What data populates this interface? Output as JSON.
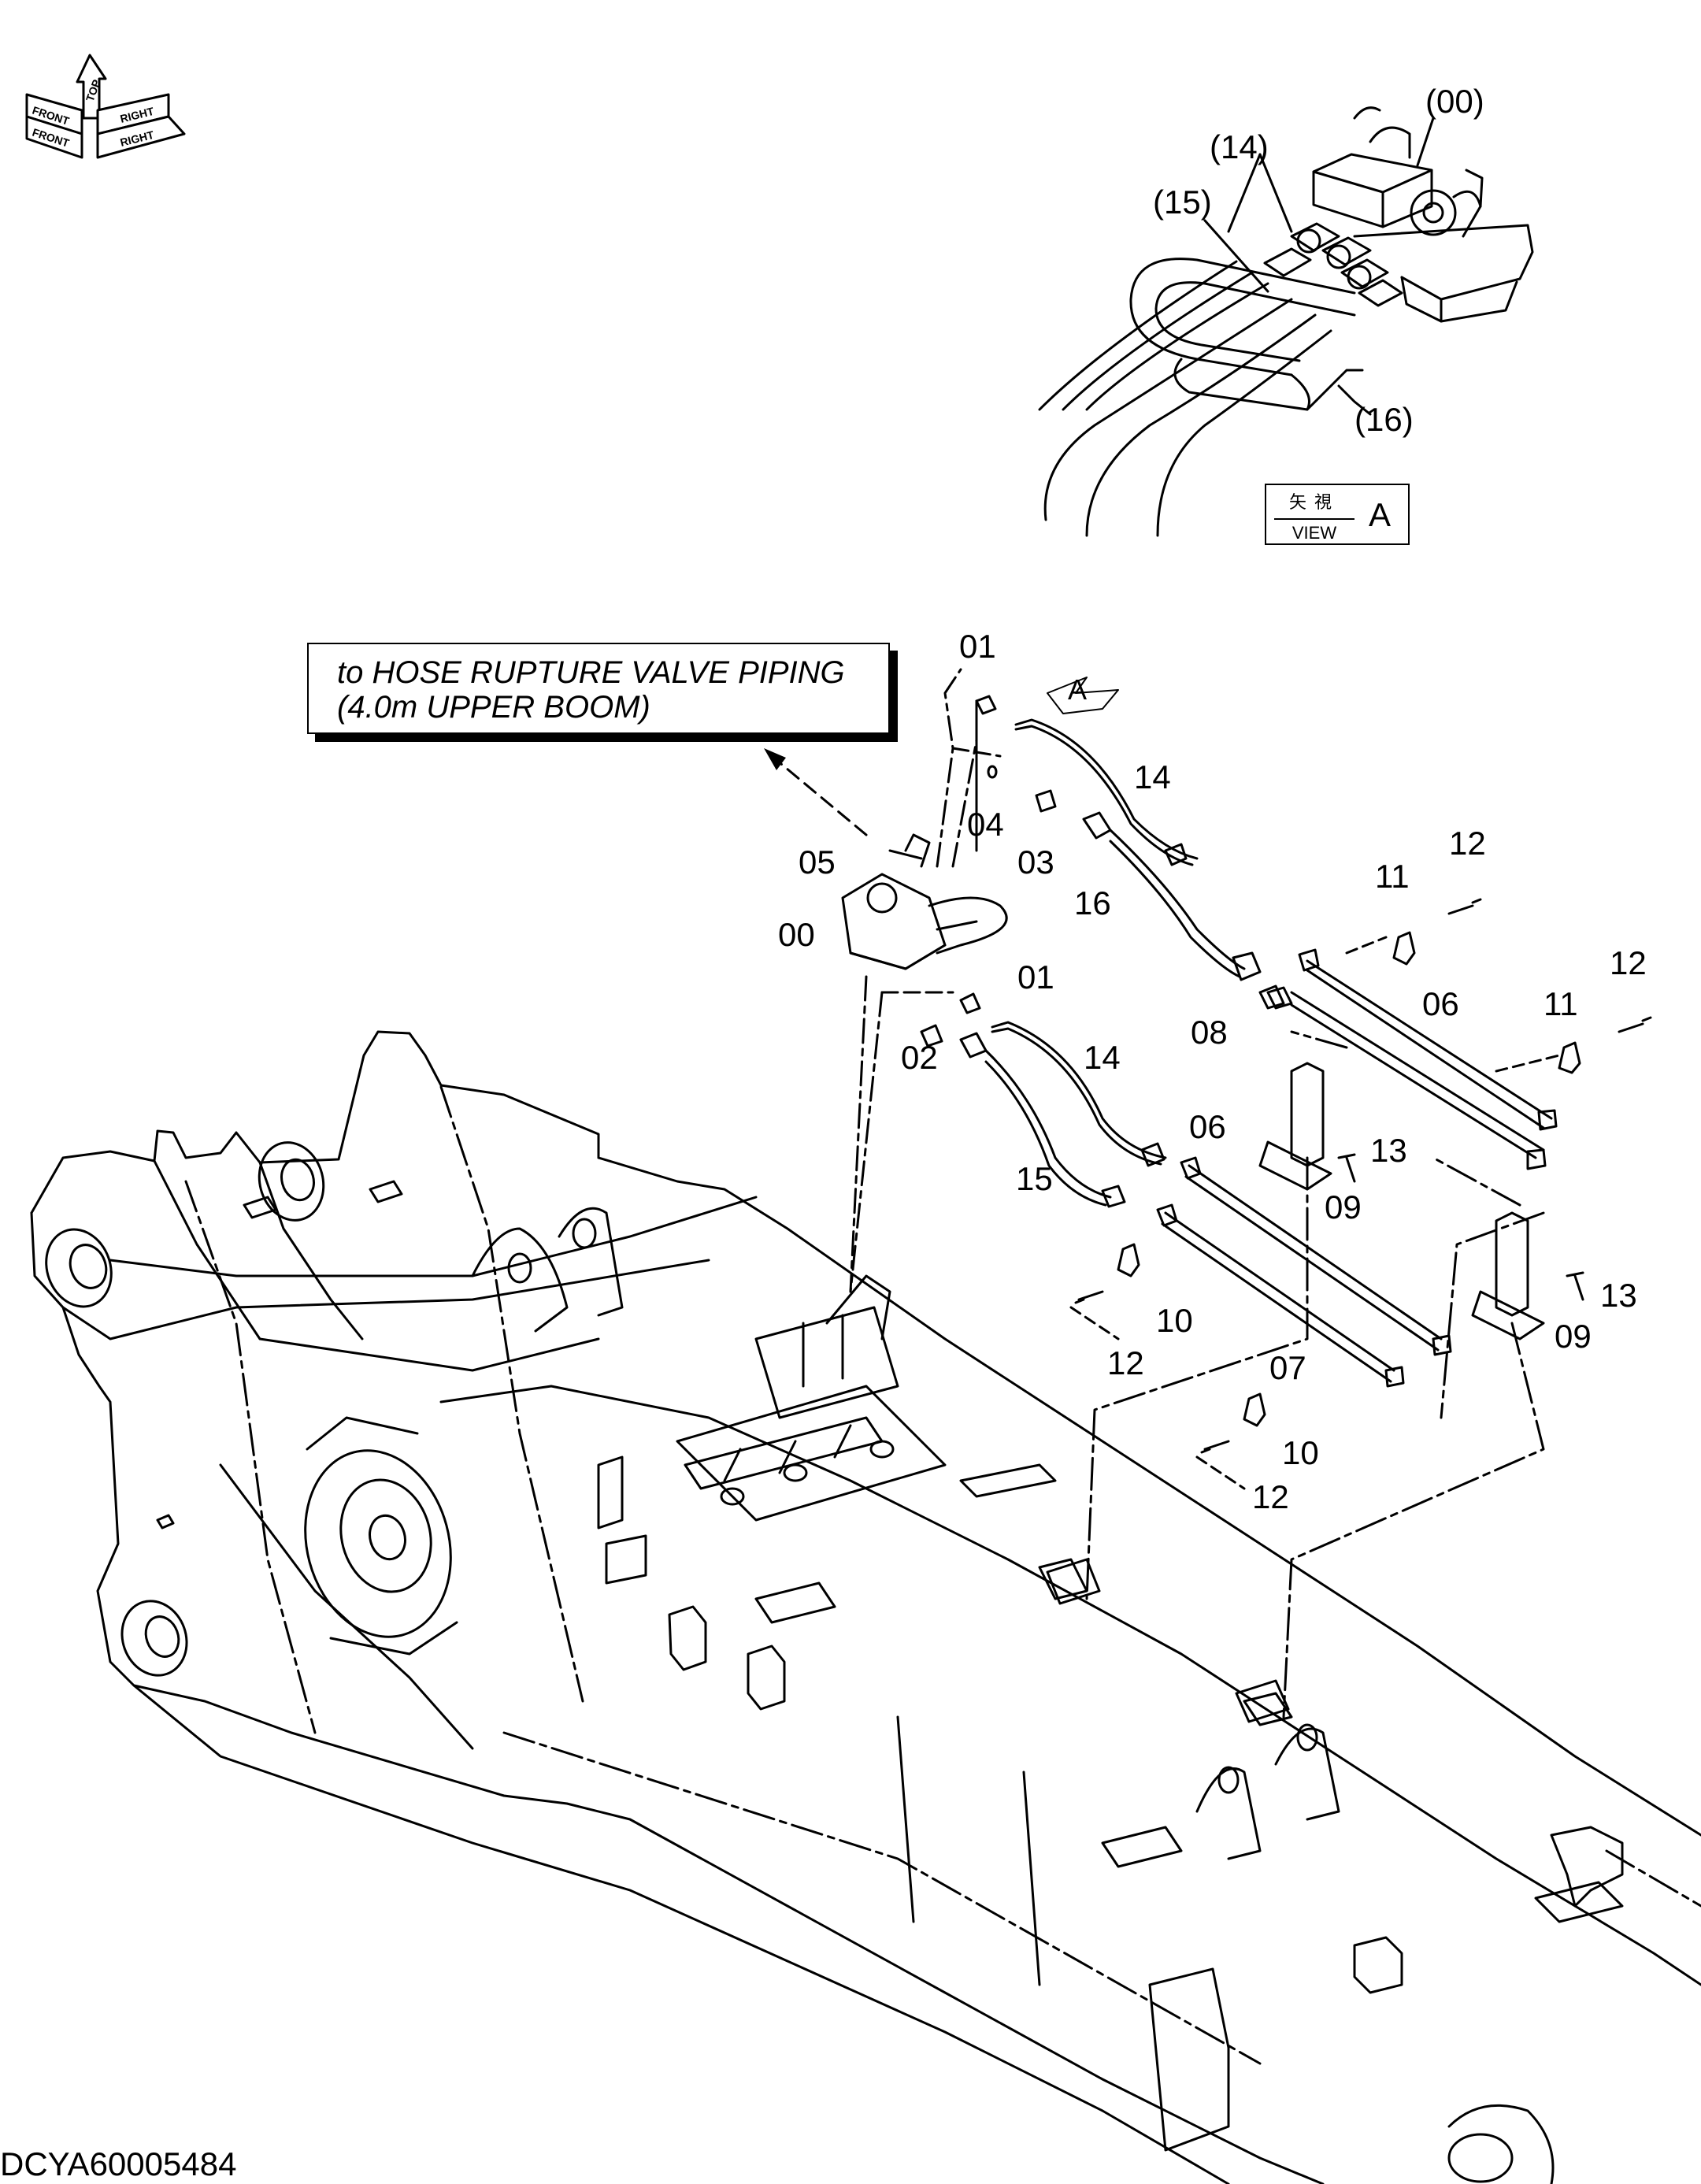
{
  "callout": {
    "line1": "to HOSE RUPTURE VALVE PIPING",
    "line2": "(4.0m UPPER BOOM)"
  },
  "orientation": {
    "top": "TOP",
    "front": "FRONT",
    "right": "RIGHT",
    "right_upper": "RIGHT",
    "front_upper": "FRONT"
  },
  "view_a": {
    "label_jp": "矢視",
    "label_en": "VIEW",
    "letter": "A"
  },
  "detail_labels": {
    "assembly": "(00)",
    "hose_14": "(14)",
    "hose_15": "(15)",
    "bracket_16": "(16)"
  },
  "view_marker": "A",
  "part_labels": {
    "p01a": "01",
    "p04": "04",
    "p03": "03",
    "p05": "05",
    "p00": "00",
    "p14a": "14",
    "p16": "16",
    "p12a": "12",
    "p11a": "11",
    "p12b": "12",
    "p11b": "11",
    "p01b": "01",
    "p08": "08",
    "p06a": "06",
    "p02": "02",
    "p14b": "14",
    "p06b": "06",
    "p13a": "13",
    "p15": "15",
    "p09a": "09",
    "p13b": "13",
    "p10a": "10",
    "p12c": "12",
    "p09b": "09",
    "p07": "07",
    "p10b": "10",
    "p12d": "12"
  },
  "document_id": "DCYA60005484"
}
